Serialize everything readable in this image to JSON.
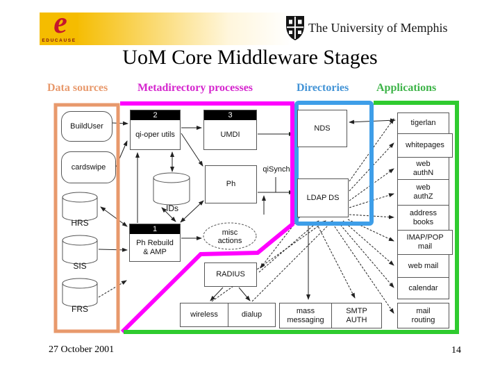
{
  "slide": {
    "title": "UoM Core Middleware Stages",
    "footer_date": "27 October 2001",
    "page_number": "14"
  },
  "logos": {
    "educause_e": "e",
    "educause_wordmark": "EDUCAUSE",
    "university_name": "The University of Memphis"
  },
  "columns": {
    "data_sources": {
      "label": "Data sources",
      "color": "#E8996C"
    },
    "metadirectory": {
      "label": "Metadirectory processes",
      "color": "#D526CE"
    },
    "directories": {
      "label": "Directories",
      "color": "#4293D6"
    },
    "applications": {
      "label": "Applications",
      "color": "#3CB347"
    }
  },
  "border_colors": {
    "data_sources": "#E8996C",
    "metadirectory": "#FF00FF",
    "directories": "#3E9EE8",
    "applications": "#2FCB2F"
  },
  "nodes": {
    "build_user": "BuildUser",
    "cardswipe": "cardswipe",
    "hrs": "HRS",
    "sis": "SIS",
    "frs": "FRS",
    "step2_num": "2",
    "qi_oper": "qi-oper utils",
    "step3_num": "3",
    "umdi": "UMDI",
    "ph": "Ph",
    "ids": "IDs",
    "step1_num": "1",
    "ph_rebuild": "Ph Rebuild & AMP",
    "misc_actions": "misc actions",
    "qisynch": "qiSynch",
    "radius": "RADIUS",
    "wireless": "wireless",
    "dialup": "dialup",
    "mass_messaging": "mass messaging",
    "smtp_auth": "SMTP AUTH",
    "nds": "NDS",
    "ldap_ds": "LDAP DS",
    "apps": [
      "tigerlan",
      "whitepages",
      "web authN",
      "web authZ",
      "address books",
      "IMAP/POP mail",
      "web mail",
      "calendar",
      "mail routing"
    ]
  }
}
